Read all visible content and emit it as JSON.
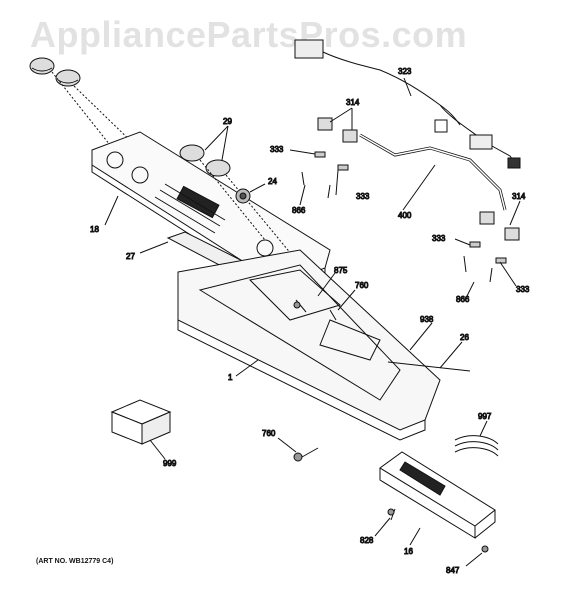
{
  "watermark": "AppliancePartsPros.com",
  "art_number": "(ART NO. WB12779 C4)",
  "callouts": {
    "p323": "323",
    "p314a": "314",
    "p29": "29",
    "p333a": "333",
    "p333b": "333",
    "p24": "24",
    "p866a": "866",
    "p18": "18",
    "p400": "400",
    "p314b": "314",
    "p333c": "333",
    "p27": "27",
    "p875": "875",
    "p760a": "760",
    "p866b": "866",
    "p333d": "333",
    "p938": "938",
    "p26": "26",
    "p1": "1",
    "p997": "997",
    "p999": "999",
    "p760b": "760",
    "p828": "828",
    "p16": "16",
    "p847": "847"
  }
}
